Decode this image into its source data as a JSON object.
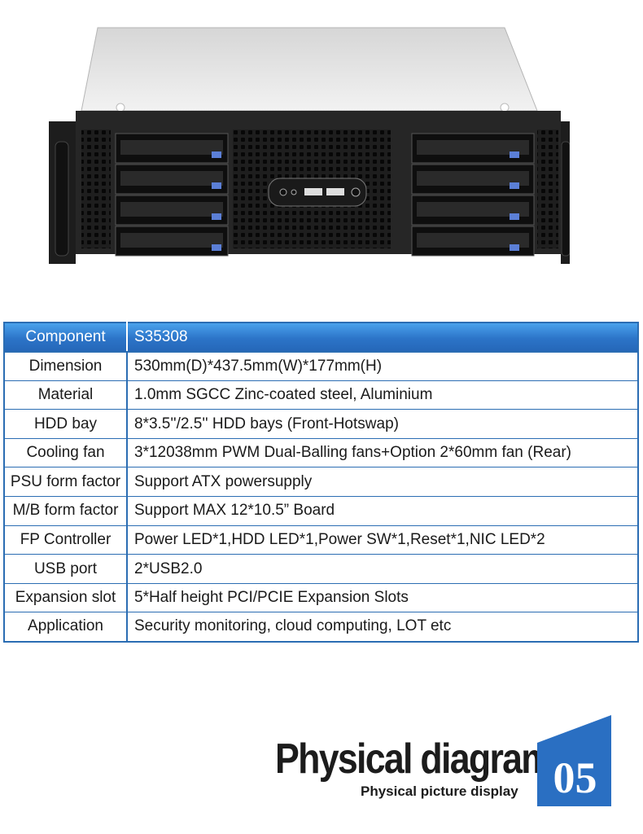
{
  "spec_table": {
    "header": {
      "label": "Component",
      "value": "S35308"
    },
    "rows": [
      {
        "label": "Dimension",
        "value": "530mm(D)*437.5mm(W)*177mm(H)"
      },
      {
        "label": "Material",
        "value": "1.0mm SGCC Zinc-coated steel, Aluminium"
      },
      {
        "label": "HDD bay",
        "value": "8*3.5''/2.5'' HDD bays (Front-Hotswap)"
      },
      {
        "label": "Cooling fan",
        "value": "3*12038mm PWM Dual-Balling fans+Option 2*60mm fan (Rear)"
      },
      {
        "label": "PSU form factor",
        "value": "Support ATX powersupply"
      },
      {
        "label": "M/B form factor",
        "value": "Support MAX 12*10.5” Board"
      },
      {
        "label": "FP Controller",
        "value": "Power LED*1,HDD LED*1,Power SW*1,Reset*1,NIC LED*2"
      },
      {
        "label": "USB port",
        "value": "2*USB2.0"
      },
      {
        "label": "Expansion slot",
        "value": "5*Half height PCI/PCIE Expansion Slots"
      },
      {
        "label": "Application",
        "value": "Security monitoring, cloud computing, LOT etc"
      }
    ]
  },
  "section": {
    "title": "Physical diagram",
    "subtitle": "Physical picture display",
    "number": "05"
  },
  "colors": {
    "table_border": "#2b6db3",
    "table_header": "#2c74c8",
    "badge": "#2a6fc2"
  },
  "photo": {
    "icons": [
      "server-chassis-icon",
      "hdd-tray-icon",
      "usb-port-icon",
      "power-button-icon"
    ]
  }
}
